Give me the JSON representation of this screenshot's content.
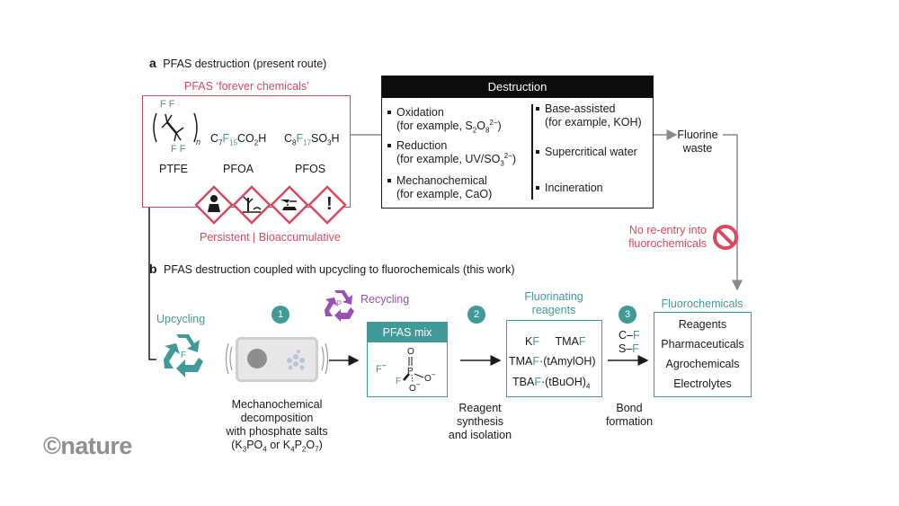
{
  "panel_a": {
    "letter": "a",
    "title": "PFAS destruction (present route)",
    "pfas_title": "PFAS ‘forever chemicals’",
    "ptfe_f_top": "F F",
    "ptfe_f_bottom": "F F",
    "ptfe_n": "n",
    "ptfe": "PTFE",
    "pfoa_formula": {
      "c": "C",
      "c_sub": "7",
      "f": "F",
      "f_sub": "15",
      "rest": "CO",
      "rest_sub": "2",
      "h": "H"
    },
    "pfos_formula": {
      "c": "C",
      "c_sub": "8",
      "f": "F",
      "f_sub": "17",
      "rest": "SO",
      "rest_sub": "3",
      "h": "H"
    },
    "pfoa": "PFOA",
    "pfos": "PFOS",
    "hazard_exclaim": "!",
    "persistent": "Persistent | Bioaccumulative",
    "destruction_header": "Destruction",
    "methods_left": [
      {
        "name": "Oxidation",
        "example_pre": "(for example, S",
        "sub1": "2",
        "mid": "O",
        "sub2": "8",
        "sup": "2−",
        "end": ")"
      },
      {
        "name": "Reduction",
        "example_pre": "(for example, UV/SO",
        "sub1": "3",
        "sup": "2−",
        "end": ")"
      },
      {
        "name": "Mechanochemical",
        "example": "(for example, CaO)"
      }
    ],
    "methods_right": [
      {
        "name": "Base-assisted",
        "example": "(for example, KOH)"
      },
      {
        "name": "Supercritical water"
      },
      {
        "name": "Incineration"
      }
    ],
    "fluorine_waste_1": "Fluorine",
    "fluorine_waste_2": "waste",
    "no_reentry_1": "No re-entry into",
    "no_reentry_2": "fluorochemicals"
  },
  "panel_b": {
    "letter": "b",
    "title": "PFAS destruction coupled with upcycling to fluorochemicals (this work)",
    "upcycling": "Upcycling",
    "upcycling_f": "F",
    "recycling": "Recycling",
    "recycling_p": "P",
    "step1": "1",
    "step2": "2",
    "step3": "3",
    "mech_1": "Mechanochemical",
    "mech_2": "decomposition",
    "mech_3": "with phosphate salts",
    "mech_4": {
      "k1": "(K",
      "s1": "3",
      "po": "PO",
      "s2": "4",
      "or": " or K",
      "s3": "4",
      "p": "P",
      "s4": "2",
      "o": "O",
      "s5": "7",
      "end": ")"
    },
    "pfas_mix": "PFAS mix",
    "fminus": "F",
    "fminus_sup": "−",
    "struct_o_top": "O",
    "struct_p": "P",
    "struct_f": "F",
    "struct_o_right": "O",
    "struct_o_bottom": "O",
    "struct_minus": "−",
    "reagent_synth_1": "Reagent",
    "reagent_synth_2": "synthesis",
    "reagent_synth_3": "and isolation",
    "fluor_reagents_1": "Fluorinating",
    "fluor_reagents_2": "reagents",
    "kf_k": "K",
    "kf_f": "F",
    "tmaf_tma": "TMA",
    "tmaf_f": "F",
    "r3_a": "TMA",
    "r3_f": "F",
    "r3_b": "·(tAmylOH)",
    "r4_a": "TBA",
    "r4_f": "F",
    "r4_b": "·(tBuOH)",
    "r4_sub": "4",
    "cf_c": "C–",
    "cf_f": "F",
    "sf_s": "S–",
    "sf_f": "F",
    "bond_1": "Bond",
    "bond_2": "formation",
    "fluorochemicals": "Fluorochemicals",
    "products": [
      "Reagents",
      "Pharmaceuticals",
      "Agrochemicals",
      "Electrolytes"
    ]
  },
  "logo": "©nature",
  "colors": {
    "pink": "#d84a5e",
    "teal": "#3f9a98",
    "purple": "#9a4fb5",
    "grey": "#8a8a8a"
  }
}
